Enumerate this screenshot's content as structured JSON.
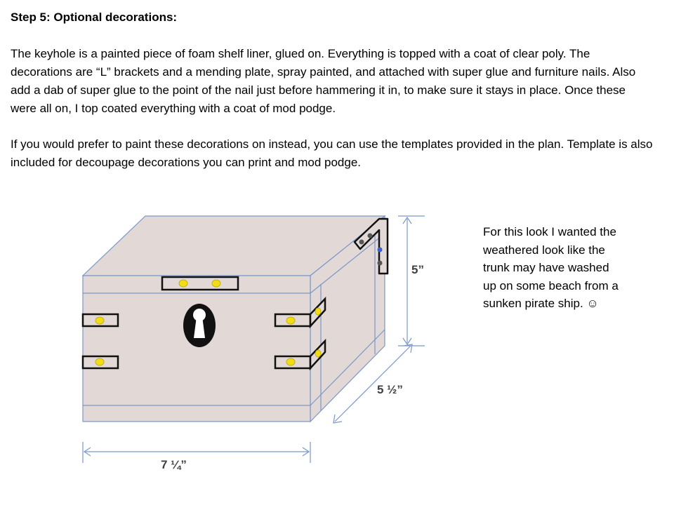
{
  "step_heading": "Step 5:  Optional decorations:",
  "paragraph_1": "The keyhole is a painted piece of foam shelf liner, glued on.  Everything is topped with a coat of clear poly.  The decorations are “L” brackets and a mending plate, spray painted, and attached with super glue and furniture nails. Also add a dab of super glue to the point of the nail just before hammering it in, to make sure it stays in place.  Once these were all on, I top coated everything with a coat of mod podge.",
  "paragraph_2": "If you would prefer to paint these decorations on instead, you can use the templates provided in the plan.   Template is also included for decoupage decorations you can print and mod podge.",
  "side_note": "For this look I wanted the weathered look like the trunk may have washed up on some beach from a sunken pirate ship.  ☺",
  "dimensions": {
    "height": "5”",
    "depth": "5 ½”",
    "width": "7 ¼”"
  },
  "colors": {
    "box_fill": "#e2d8d5",
    "box_outline": "#7b97c9",
    "bracket": "#111111",
    "nail": "#f2dc17",
    "dimension_line": "#7b97c9"
  }
}
